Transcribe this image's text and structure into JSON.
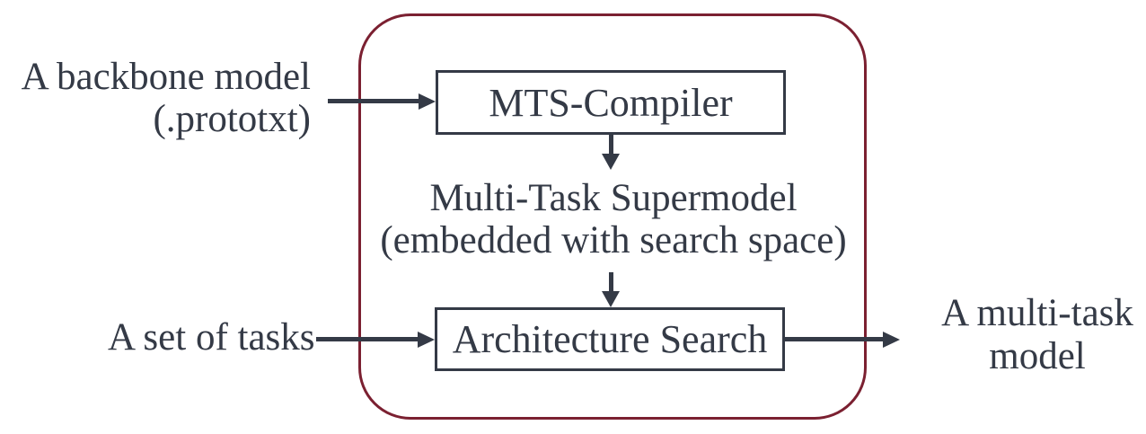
{
  "colors": {
    "ink": "#343a46",
    "container_border": "#7b2031",
    "background": "#ffffff"
  },
  "diagram": {
    "input_backbone": {
      "line1": "A backbone model",
      "line2": "(.prototxt)"
    },
    "input_tasks": {
      "label": "A set of tasks"
    },
    "compiler_box": {
      "label": "MTS-Compiler"
    },
    "supermodel": {
      "line1": "Multi-Task Supermodel",
      "line2": "(embedded with search space)"
    },
    "search_box": {
      "label": "Architecture Search"
    },
    "output": {
      "line1": "A multi-task",
      "line2": "model"
    }
  }
}
